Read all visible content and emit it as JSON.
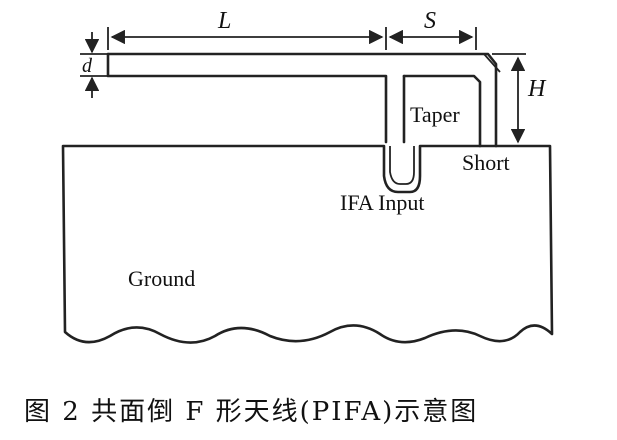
{
  "labels": {
    "length": "L",
    "spacing": "S",
    "width": "d",
    "height": "H",
    "taper": "Taper",
    "short": "Short",
    "feed": "IFA Input",
    "ground": "Ground"
  },
  "caption": "图 2   共面倒 F 形天线(PIFA)示意图"
}
